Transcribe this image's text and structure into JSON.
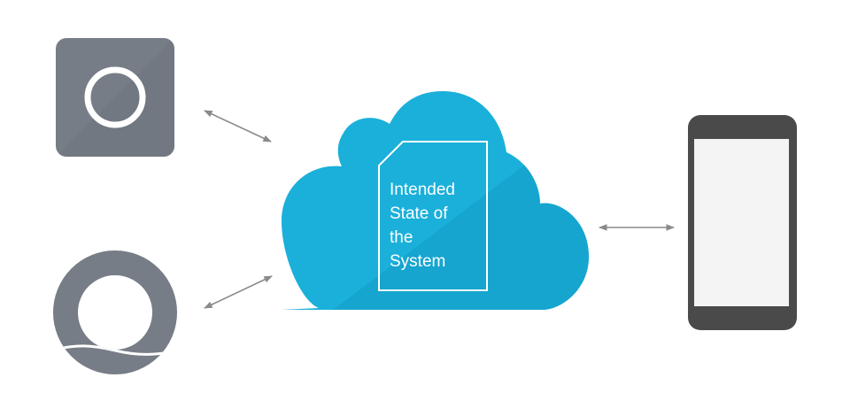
{
  "cloud": {
    "document_label_lines": [
      "Intended",
      "State of",
      "the",
      "System"
    ]
  },
  "colors": {
    "cloud": "#1ab0da",
    "device": "#767d86",
    "phone_body": "#4a4a4a",
    "phone_screen": "#f3f4f3",
    "arrow": "#8a8a8a",
    "document_outline": "#ffffff"
  },
  "icons": {
    "square_device": "thermostat-square-device-icon",
    "round_device": "round-sensor-device-icon",
    "phone": "smartphone-icon",
    "cloud": "cloud-icon",
    "document": "document-icon"
  }
}
